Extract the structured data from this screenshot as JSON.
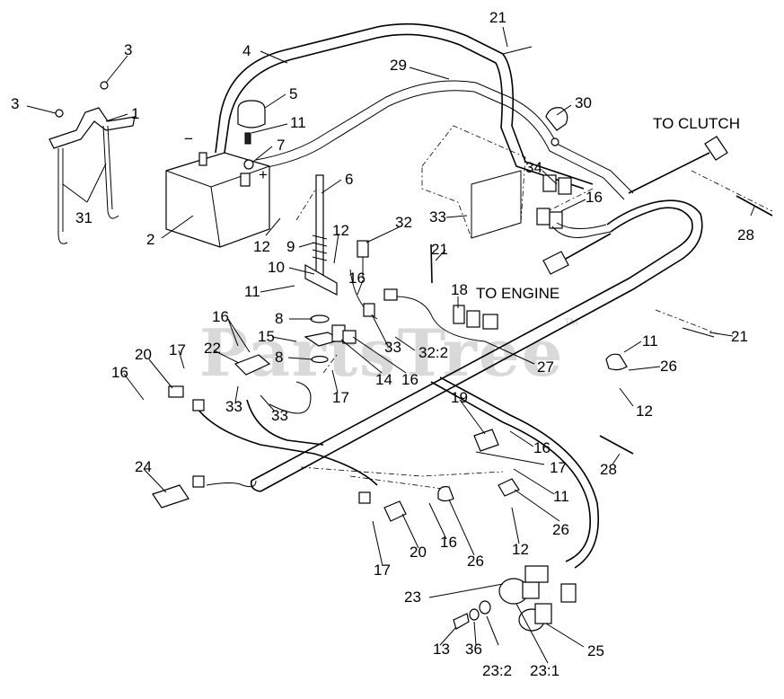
{
  "watermark": "PartsTree",
  "watermark_tm": "TM",
  "captions": {
    "to_clutch": "TO CLUTCH",
    "to_engine": "TO ENGINE"
  },
  "battery_terminals": {
    "negative": "−",
    "positive": "+"
  },
  "callouts": [
    {
      "id": "c-3a",
      "text": "3"
    },
    {
      "id": "c-3b",
      "text": "3"
    },
    {
      "id": "c-1",
      "text": "1"
    },
    {
      "id": "c-31",
      "text": "31"
    },
    {
      "id": "c-4",
      "text": "4"
    },
    {
      "id": "c-5",
      "text": "5"
    },
    {
      "id": "c-11a",
      "text": "11"
    },
    {
      "id": "c-7",
      "text": "7"
    },
    {
      "id": "c-2",
      "text": "2"
    },
    {
      "id": "c-12a",
      "text": "12"
    },
    {
      "id": "c-6",
      "text": "6"
    },
    {
      "id": "c-12b",
      "text": "12"
    },
    {
      "id": "c-9",
      "text": "9"
    },
    {
      "id": "c-10",
      "text": "10"
    },
    {
      "id": "c-11b",
      "text": "11"
    },
    {
      "id": "c-21a",
      "text": "21"
    },
    {
      "id": "c-29",
      "text": "29"
    },
    {
      "id": "c-30",
      "text": "30"
    },
    {
      "id": "c-34",
      "text": "34"
    },
    {
      "id": "c-16a",
      "text": "16"
    },
    {
      "id": "c-33a",
      "text": "33"
    },
    {
      "id": "c-28a",
      "text": "28"
    },
    {
      "id": "c-32",
      "text": "32"
    },
    {
      "id": "c-21b",
      "text": "21"
    },
    {
      "id": "c-16b",
      "text": "16"
    },
    {
      "id": "c-18",
      "text": "18"
    },
    {
      "id": "c-8a",
      "text": "8"
    },
    {
      "id": "c-16c",
      "text": "16"
    },
    {
      "id": "c-15",
      "text": "15"
    },
    {
      "id": "c-22",
      "text": "22"
    },
    {
      "id": "c-8b",
      "text": "8"
    },
    {
      "id": "c-14",
      "text": "14"
    },
    {
      "id": "c-33b",
      "text": "33"
    },
    {
      "id": "c-32-2",
      "text": "32:2"
    },
    {
      "id": "c-16d",
      "text": "16"
    },
    {
      "id": "c-27",
      "text": "27"
    },
    {
      "id": "c-21c",
      "text": "21"
    },
    {
      "id": "c-11c",
      "text": "11"
    },
    {
      "id": "c-26a",
      "text": "26"
    },
    {
      "id": "c-12c",
      "text": "12"
    },
    {
      "id": "c-20a",
      "text": "20"
    },
    {
      "id": "c-17a",
      "text": "17"
    },
    {
      "id": "c-16e",
      "text": "16"
    },
    {
      "id": "c-33c",
      "text": "33"
    },
    {
      "id": "c-33d",
      "text": "33"
    },
    {
      "id": "c-17b",
      "text": "17"
    },
    {
      "id": "c-19",
      "text": "19"
    },
    {
      "id": "c-16f",
      "text": "16"
    },
    {
      "id": "c-17c",
      "text": "17"
    },
    {
      "id": "c-28b",
      "text": "28"
    },
    {
      "id": "c-11d",
      "text": "11"
    },
    {
      "id": "c-24",
      "text": "24"
    },
    {
      "id": "c-26b",
      "text": "26"
    },
    {
      "id": "c-12d",
      "text": "12"
    },
    {
      "id": "c-20b",
      "text": "20"
    },
    {
      "id": "c-16g",
      "text": "16"
    },
    {
      "id": "c-26c",
      "text": "26"
    },
    {
      "id": "c-17d",
      "text": "17"
    },
    {
      "id": "c-23",
      "text": "23"
    },
    {
      "id": "c-25",
      "text": "25"
    },
    {
      "id": "c-13",
      "text": "13"
    },
    {
      "id": "c-36",
      "text": "36"
    },
    {
      "id": "c-23-2",
      "text": "23:2"
    },
    {
      "id": "c-23-1",
      "text": "23:1"
    }
  ]
}
